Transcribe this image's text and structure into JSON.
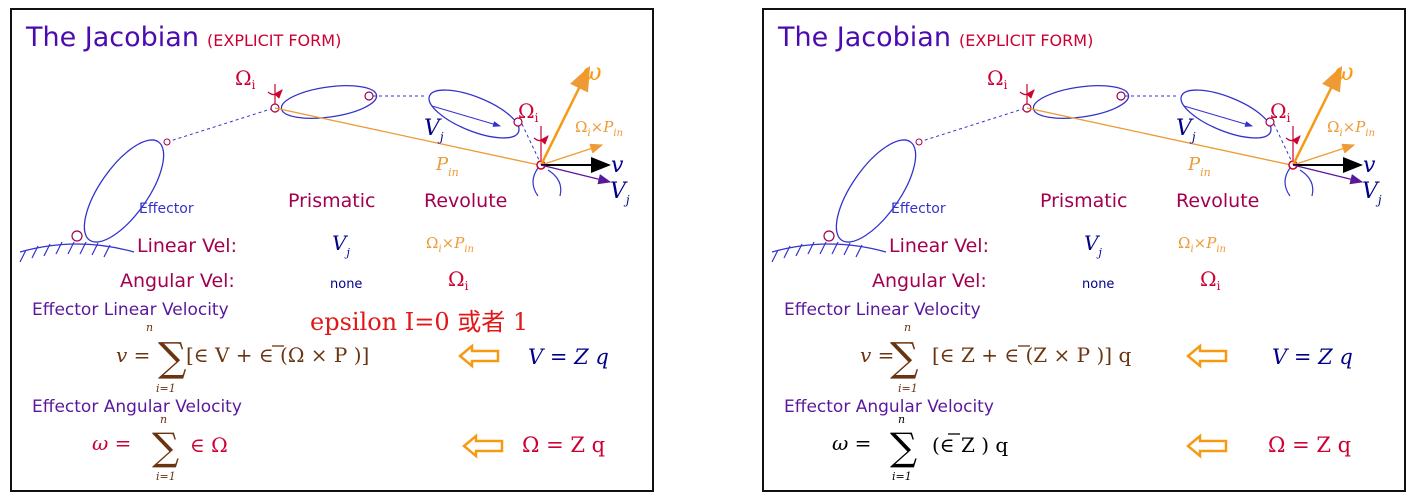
{
  "colors": {
    "title": "#4b0bb0",
    "subtitle": "#cc0033",
    "crimson": "#a3004f",
    "navy": "#000088",
    "orange": "#ee9a36",
    "linkBlue": "#3333cc",
    "violet": "#5a189a",
    "brown": "#6b3410",
    "redNote": "#e01818",
    "arrow": "#f59a12"
  },
  "slides": [
    {
      "title": "The Jacobian",
      "subtitle": "(EXPLICIT FORM)",
      "labels": {
        "effector": "Effector",
        "prismatic": "Prismatic",
        "revolute": "Revolute",
        "linear_vel": "Linear Vel:",
        "angular_vel": "Angular Vel:",
        "none": "none",
        "eff_linear": "Effector Linear Velocity",
        "eff_angular": "Effector Angular Velocity",
        "note": "epsilon I=0 或者 1"
      },
      "symbols": {
        "omega_i": "Ω",
        "omega_i_sub": "i",
        "omega": "ω",
        "v": "v",
        "v_j": "V",
        "v_j_sub": "j",
        "p_in": "P",
        "p_in_sub": "in",
        "cross": "Ω",
        "cross_mid": "×P",
        "cross_sub1": "i",
        "cross_sub2": "in"
      },
      "formulas": {
        "linear_lhs": "v =",
        "linear_body": "[∈ V + ∈ (Ω × P )]",
        "linear_side": "V = Z q",
        "angular_lhs": "ω =",
        "angular_body": "∈ Ω",
        "angular_side": "Ω = Z q",
        "sum_upper": "n",
        "sum_lower": "i=1"
      }
    },
    {
      "title": "The Jacobian",
      "subtitle": "(EXPLICIT FORM)",
      "labels": {
        "effector": "Effector",
        "prismatic": "Prismatic",
        "revolute": "Revolute",
        "linear_vel": "Linear Vel:",
        "angular_vel": "Angular Vel:",
        "none": "none",
        "eff_linear": "Effector Linear Velocity",
        "eff_angular": "Effector Angular Velocity"
      },
      "symbols": {
        "omega_i": "Ω",
        "omega_i_sub": "i",
        "omega": "ω",
        "v": "v",
        "v_j": "V",
        "v_j_sub": "j",
        "p_in": "P",
        "p_in_sub": "in",
        "cross": "Ω",
        "cross_mid": "×P",
        "cross_sub1": "i",
        "cross_sub2": "in"
      },
      "formulas": {
        "linear_lhs": "v =",
        "linear_body": "[∈ Z + ∈ (Z × P )] q",
        "linear_side": "V = Z q",
        "angular_lhs": "ω =",
        "angular_body": "(∈ Z ) q",
        "angular_side": "Ω = Z q",
        "sum_upper": "n",
        "sum_lower": "i=1"
      }
    }
  ]
}
